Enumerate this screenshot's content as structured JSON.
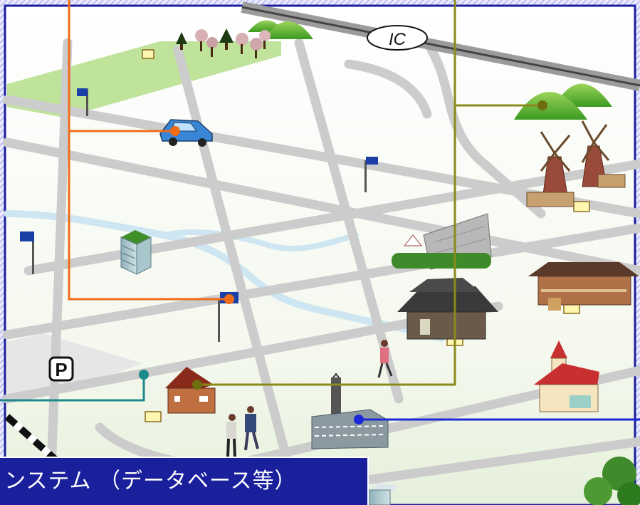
{
  "map": {
    "interchange_label": "IC",
    "parking_label": "P"
  },
  "caption": {
    "text": "ンステム （データベース等）"
  },
  "colors": {
    "frame": "#1a1f9c",
    "caption_bg": "#1a1f9c",
    "caption_text": "#ffffff",
    "road": "#cccccc",
    "river": "#cde6f2",
    "park": "#bfe39a",
    "line_orange": "#ef6c18",
    "line_olive": "#8a8a1a",
    "line_teal": "#1a8a8a",
    "line_blue": "#1a2ad6"
  }
}
